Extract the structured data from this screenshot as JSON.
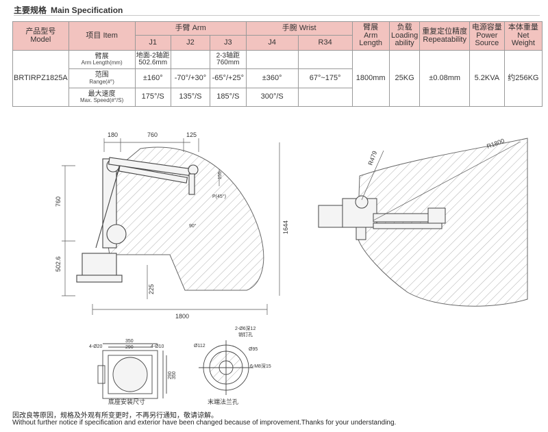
{
  "section": {
    "title_zh": "主要规格",
    "title_en": "Main Specification"
  },
  "headers": {
    "model_zh": "产品型号",
    "model_en": "Model",
    "item": "项目 Item",
    "arm": "手臂 Arm",
    "wrist": "手腕 Wrist",
    "j1": "J1",
    "j2": "J2",
    "j3": "J3",
    "j4": "J4",
    "r34": "R34",
    "arm_length_zh": "臂展",
    "arm_length_en1": "Arm",
    "arm_length_en2": "Length",
    "load_zh": "负载",
    "load_en1": "Loading",
    "load_en2": "ability",
    "repeat_zh": "重复定位精度",
    "repeat_en": "Repeatability",
    "power_zh": "电源容量",
    "power_en1": "Power",
    "power_en2": "Source",
    "weight_zh": "本体重量",
    "weight_en": "Net Weight"
  },
  "model": "BRTIRPZ1825A",
  "rows": {
    "reach": {
      "zh": "臂展",
      "en": "Arm Length(mm)",
      "j1": "地面-2轴距 502.6mm",
      "j3": "2-3轴距 760mm"
    },
    "range": {
      "zh": "范围",
      "en": "Range(#°)",
      "j1": "±160°",
      "j2": "-70°/+30°",
      "j3": "-65°/+25°",
      "j4": "±360°",
      "r34": "67°~175°"
    },
    "speed": {
      "zh": "最大速度",
      "en": "Max. Speed(#°/S)",
      "j1": "175°/S",
      "j2": "135°/S",
      "j3": "185°/S",
      "j4": "300°/S"
    }
  },
  "summary": {
    "arm_length": "1800mm",
    "load": "25KG",
    "repeatability": "±0.08mm",
    "power": "5.2KVA",
    "weight": "约256KG"
  },
  "drawing_labels": {
    "d180": "180",
    "d760top": "760",
    "d125": "125",
    "d155": "155",
    "d760side": "760",
    "d502": "502.6",
    "d1644": "1644",
    "d225": "225",
    "d1800": "1800",
    "angle90": "90°",
    "angle_p": "P(45°)",
    "r479": "R479",
    "r1800": "R1800",
    "base_4020": "4-Ø20",
    "base_4010": "4-Ø10",
    "base_350": "350",
    "base_290": "290",
    "base_290v": "290",
    "base_350v": "350",
    "base_caption": "底座安装尺寸",
    "fl_2d6": "2-Ø6深12",
    "fl_2d6b": "销钉孔",
    "fl_112": "Ø112",
    "fl_95": "Ø95",
    "fl_6m8": "6-M8深15",
    "fl_caption": "末端法兰孔"
  },
  "footer": {
    "zh": "因改良等原因，规格及外观有所变更时，不再另行通知，敬请谅解。",
    "en": "Without further notice if specification and exterior have been changed because of improvement.Thanks for your understanding."
  }
}
